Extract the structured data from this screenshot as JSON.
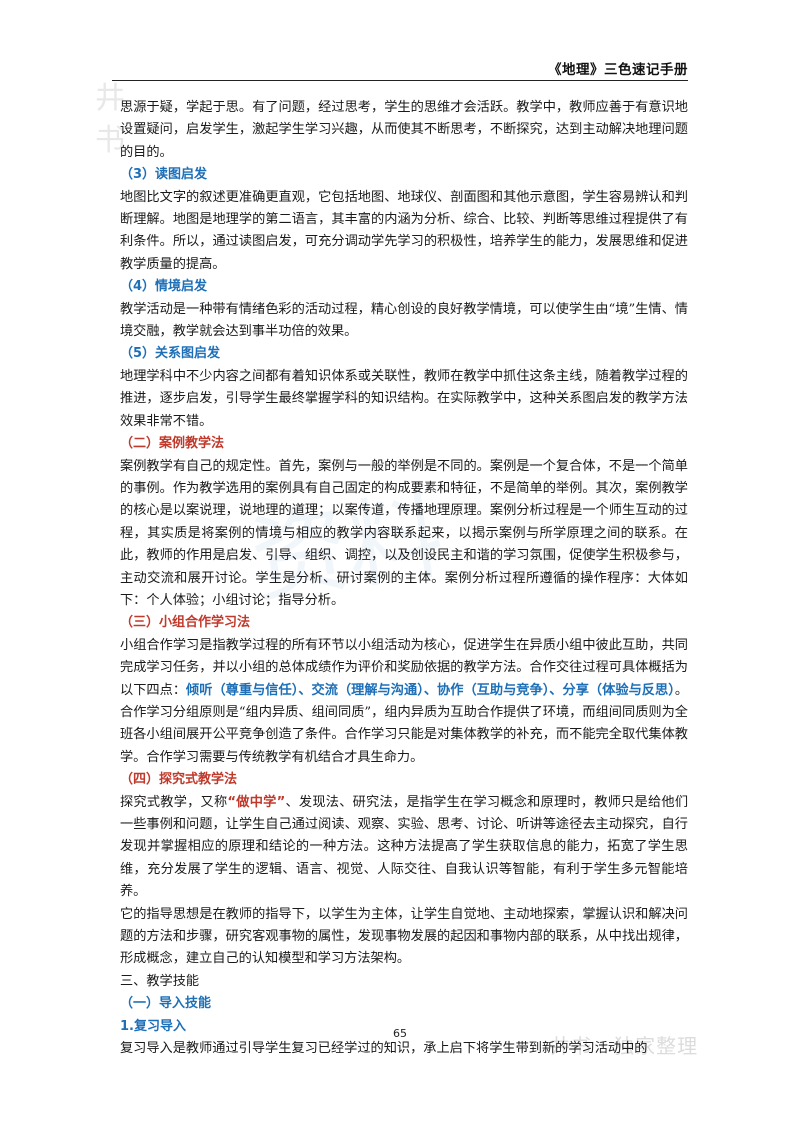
{
  "header": {
    "title": "《地理》三色速记手册",
    "logo_text": "井书"
  },
  "watermark": {
    "center": "资料",
    "bottom": "井书 · 独家整理"
  },
  "colors": {
    "heading_blue": "#1d6fb8",
    "heading_red": "#c0392b",
    "text": "#1a1a1a"
  },
  "sections": {
    "p_intro": "思源于疑，学起于思。有了问题，经过思考，学生的思维才会活跃。教学中，教师应善于有意识地设置疑问，启发学生，激起学生学习兴趣，从而使其不断思考，不断探究，达到主动解决地理问题的目的。",
    "h3": "（3）读图启发",
    "p3": "地图比文字的叙述更准确更直观，它包括地图、地球仪、剖面图和其他示意图，学生容易辨认和判断理解。地图是地理学的第二语言，其丰富的内涵为分析、综合、比较、判断等思维过程提供了有利条件。所以，通过读图启发，可充分调动学先学习的积极性，培养学生的能力，发展思维和促进教学质量的提高。",
    "h4": "（4）情境启发",
    "p4": "教学活动是一种带有情绪色彩的活动过程，精心创设的良好教学情境，可以使学生由“境”生情、情境交融，教学就会达到事半功倍的效果。",
    "h5": "（5）关系图启发",
    "p5": "地理学科中不少内容之间都有着知识体系或关联性，教师在教学中抓住这条主线，随着教学过程的推进，逐步启发，引导学生最终掌握学科的知识结构。在实际教学中，这种关系图启发的教学方法效果非常不错。",
    "h_case": "（二）案例教学法",
    "p_case": "案例教学有自己的规定性。首先，案例与一般的举例是不同的。案例是一个复合体，不是一个简单的事例。作为教学选用的案例具有自己固定的构成要素和特征，不是简单的举例。其次，案例教学的核心是以案说理，说地理的道理；以案传道，传播地理原理。案例分析过程是一个师生互动的过程，其实质是将案例的情境与相应的教学内容联系起来，以揭示案例与所学原理之间的联系。在此，教师的作用是启发、引导、组织、调控，以及创设民主和谐的学习氛围，促使学生积极参与，主动交流和展开讨论。学生是分析、研讨案例的主体。案例分析过程所遵循的操作程序：大体如下：个人体验；小组讨论；指导分析。",
    "h_group": "（三）小组合作学习法",
    "p_group_a": "小组合作学习是指教学过程的所有环节以小组活动为核心，促进学生在异质小组中彼此互助，共同完成学习任务，并以小组的总体成绩作为评价和奖励依据的教学方法。合作交往过程可具体概括为以下四点：",
    "p_group_hl": "倾听（尊重与信任）、交流（理解与沟通）、协作（互助与竞争）、分享（体验与反思）",
    "p_group_b": "。合作学习分组原则是“组内异质、组间同质”，组内异质为互助合作提供了环境，而组间同质则为全班各小组间展开公平竞争创造了条件。合作学习只能是对集体教学的补充，而不能完全取代集体教学。合作学习需要与传统教学有机结合才具生命力。",
    "h_inquiry": "（四）探究式教学法",
    "p_inquiry_a": "探究式教学，又称",
    "p_inquiry_hl": "“做中学”",
    "p_inquiry_b": "、发现法、研究法，是指学生在学习概念和原理时，教师只是给他们一些事例和问题，让学生自己通过阅读、观察、实验、思考、讨论、听讲等途径去主动探究，自行发现并掌握相应的原理和结论的一种方法。这种方法提高了学生获取信息的能力，拓宽了学生思维，充分发展了学生的逻辑、语言、视觉、人际交往、自我认识等智能，有利于学生多元智能培养。",
    "p_inquiry2": "它的指导思想是在教师的指导下，以学生为主体，让学生自觉地、主动地探索，掌握认识和解决问题的方法和步骤，研究客观事物的属性，发现事物发展的起因和事物内部的联系，从中找出规律，形成概念，建立自己的认知模型和学习方法架构。",
    "h_skills": "三、教学技能",
    "h_intro_skill": "（一）导入技能",
    "h_review": "1.复习导入",
    "p_review": "复习导入是教师通过引导学生复习已经学过的知识，承上启下将学生带到新的学习活动中的"
  },
  "footer": {
    "page_number": "65"
  }
}
